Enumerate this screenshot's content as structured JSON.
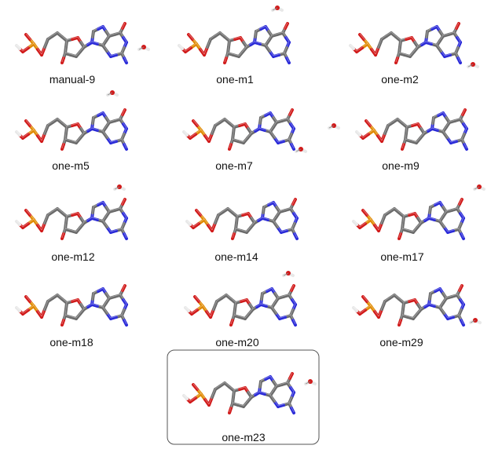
{
  "panels": [
    {
      "label": "manual-9"
    },
    {
      "label": "one-m1"
    },
    {
      "label": "one-m2"
    },
    {
      "label": "one-m5"
    },
    {
      "label": "one-m7"
    },
    {
      "label": "one-m9"
    },
    {
      "label": "one-m12"
    },
    {
      "label": "one-m14"
    },
    {
      "label": "one-m17"
    },
    {
      "label": "one-m18"
    },
    {
      "label": "one-m20"
    },
    {
      "label": "one-m29"
    },
    {
      "label": "one-m23"
    }
  ],
  "highlighted_panel": "one-m23",
  "colors": {
    "bond": "#6b6b6b",
    "bond_dark": "#3e3e3e",
    "oxygen": "#d11a1a",
    "nitrogen": "#2a2ad8",
    "phosphorus": "#e08a00",
    "hydrogen": "#e8e8e8",
    "frame": "#555555",
    "text": "#111111"
  }
}
